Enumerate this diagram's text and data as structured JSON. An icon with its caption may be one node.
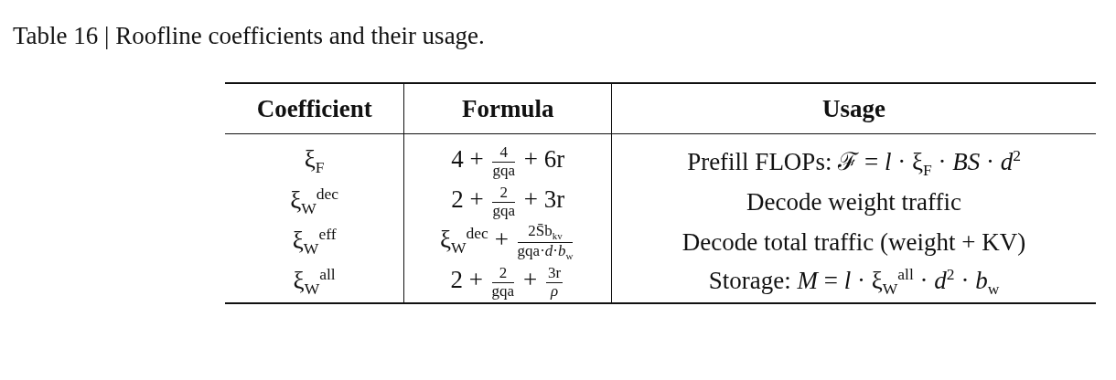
{
  "diagram": {
    "title": "Table 16 | Roofline coefficients and their usage.",
    "labels": [
      "Coefficient",
      "Formula",
      "Usage",
      "ξ$_{F}$",
      "4 +",
      "4",
      "gqa",
      "+ 6r",
      "Prefill FLOPs: ℱ = *l* · ξ$_{F}$ · *BS* · *d*$^{2}$",
      "ξ$_{W}$$^{dec}$",
      "2 +",
      "2",
      "gqa",
      "+ 3r",
      "Decode weight traffic",
      "ξ$_{W}$$^{eff}$",
      "ξ$_{W}$$^{dec}$ +",
      "2S̄b$_{kv}$",
      "gqa·*d*·*b*$_{w}$",
      "Decode total traffic (weight + KV)",
      "ξ$_{W}$$^{all}$",
      "2 +",
      "2",
      "gqa",
      "+",
      "3r",
      "*ρ*",
      "Storage: *M* = *l* · ξ$_{W}$$^{all}$ · *d*$^{2}$ · *b*$_{w}$"
    ]
  }
}
